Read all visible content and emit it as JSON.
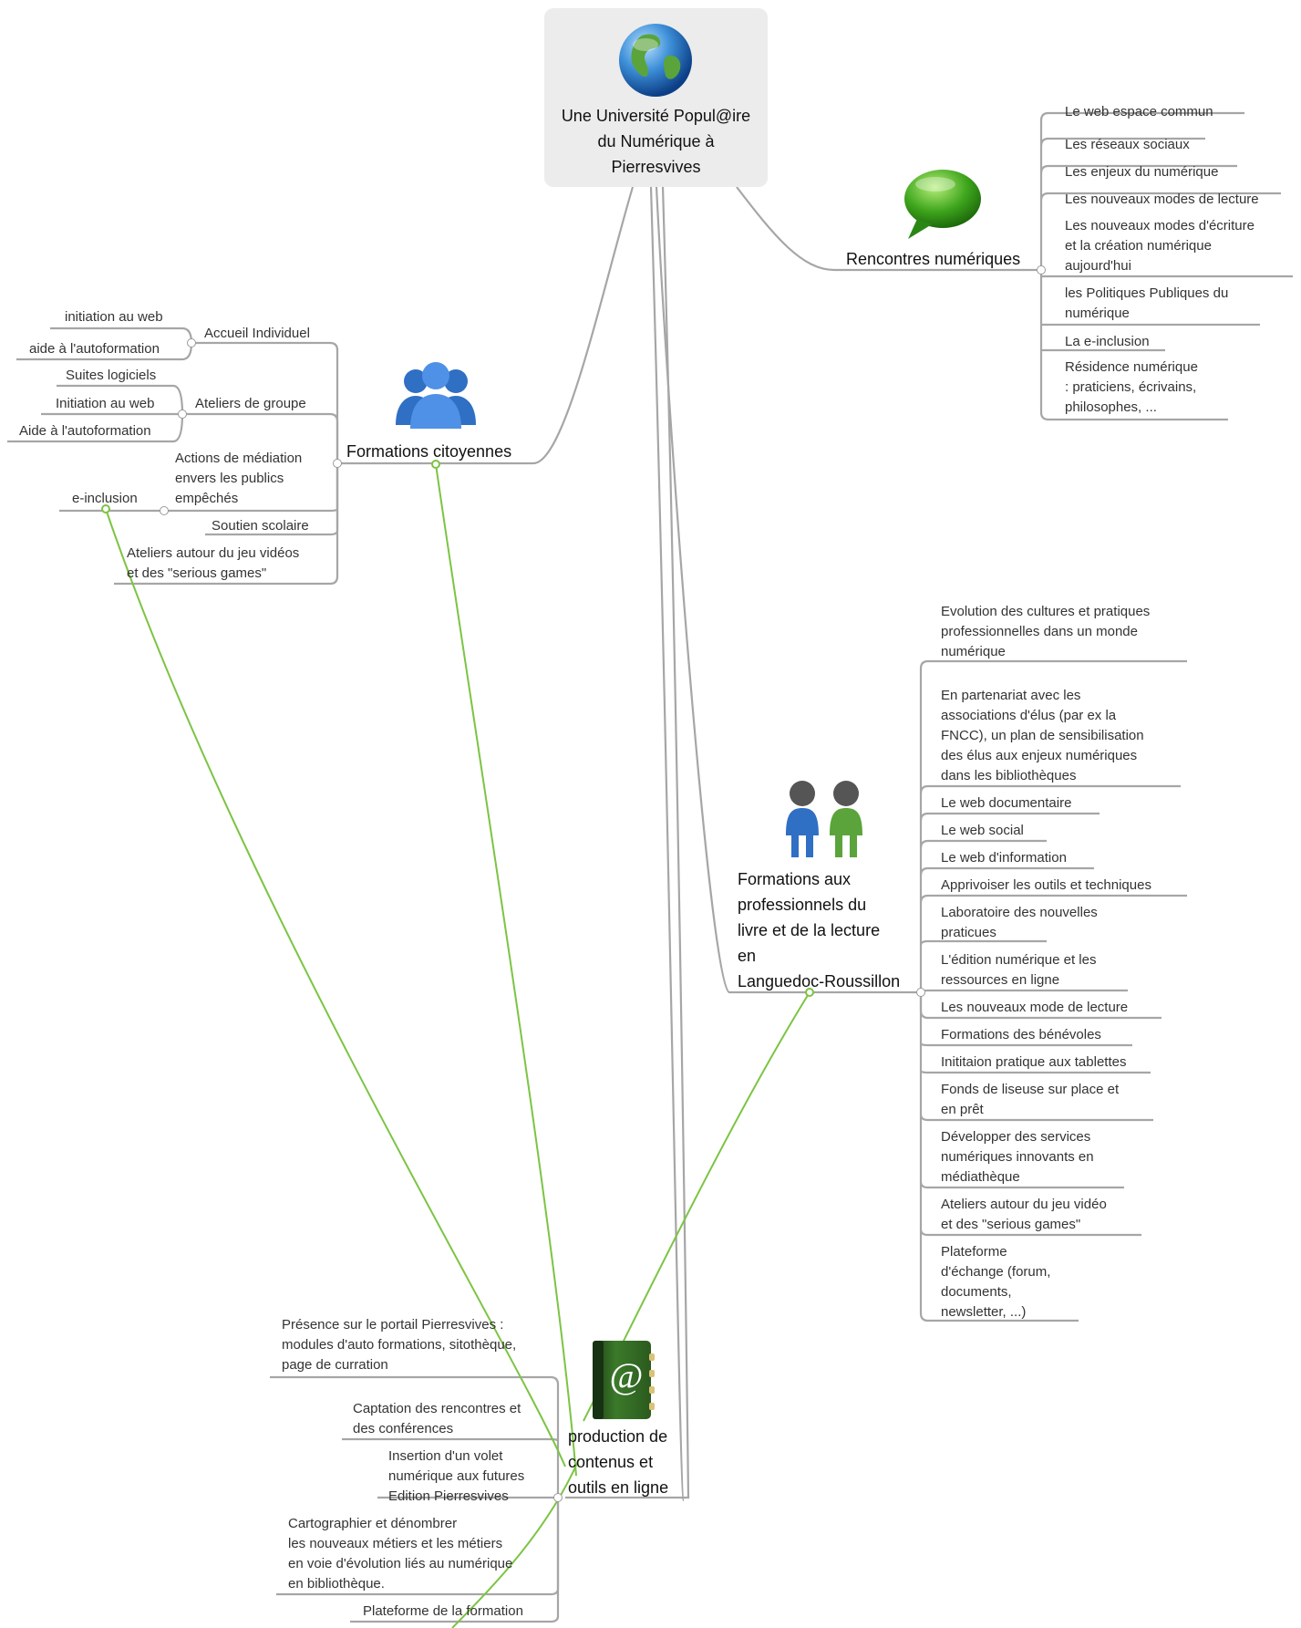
{
  "root": {
    "title": "Une Université  Popul@ire\ndu Numérique à\nPierresvives",
    "icon": "globe-icon"
  },
  "rencontres": {
    "title": "Rencontres numériques",
    "icon": "speech-bubble-icon",
    "items": [
      "Le web espace commun",
      "Les réseaux sociaux",
      "Les enjeux du numérique",
      "Les nouveaux modes de lecture",
      "Les nouveaux modes d'écriture\net la création numérique\naujourd'hui",
      "les Politiques Publiques du\nnumérique",
      "La e-inclusion",
      "Résidence numérique\n: praticiens, écrivains,\nphilosophes, ..."
    ]
  },
  "citoyennes": {
    "title": "Formations citoyennes",
    "icon": "group-of-people-icon",
    "accueil": {
      "label": "Accueil Individuel",
      "children": [
        "initiation au web",
        "aide à l'autoformation"
      ]
    },
    "ateliers": {
      "label": "Ateliers de groupe",
      "children": [
        "Suites logiciels",
        "Initiation au web",
        "Aide à l'autoformation"
      ]
    },
    "mediation": {
      "label": "Actions de médiation\nenvers les publics\nempêchés",
      "children": [
        "e-inclusion"
      ]
    },
    "soutien": "Soutien scolaire",
    "jeux": "Ateliers autour du jeu vidéos\net des \"serious games\""
  },
  "professionnels": {
    "title": "Formations aux\nprofessionnels du\nlivre et de la lecture\nen\nLanguedoc-Roussillon",
    "icon": "two-people-icon",
    "items": [
      "Evolution des cultures et pratiques\nprofessionnelles dans un monde\nnumérique",
      "En partenariat avec les\nassociations d'élus (par ex la\nFNCC), un plan de sensibilisation\ndes élus aux enjeux numériques\ndans les bibliothèques",
      "Le web documentaire",
      "Le web social",
      "Le web d'information",
      "Apprivoiser les outils et techniques",
      "Laboratoire des nouvelles\npraticues",
      "L'édition numérique et les\nressources en ligne",
      "Les nouveaux mode de lecture",
      "Formations des bénévoles",
      "Inititaion pratique aux tablettes",
      "Fonds de liseuse sur place et\nen prêt",
      "Développer des services\nnumériques innovants en\nmédiathèque",
      "Ateliers autour du jeu vidéo\net des \"serious games\"",
      "Plateforme\nd'échange (forum,\ndocuments,\nnewsletter, ...)"
    ]
  },
  "production": {
    "title": "production de\ncontenus et\noutils  en ligne",
    "icon": "address-book-at-icon",
    "items": [
      "Présence sur le portail Pierresvives :\nmodules d'auto formations, sitothèque,\npage de curration",
      "Captation des rencontres et\ndes conférences",
      "Insertion d'un volet\nnumérique aux futures\nEdition Pierresvives",
      "Cartographier et dénombrer\n les nouveaux métiers et les métiers\nen voie d'évolution liés au numérique\nen bibliothèque.",
      "Plateforme de la formation"
    ]
  },
  "colors": {
    "branch": "#a6a6a6",
    "relation": "#7cc443",
    "rootBox": "#ececec"
  }
}
